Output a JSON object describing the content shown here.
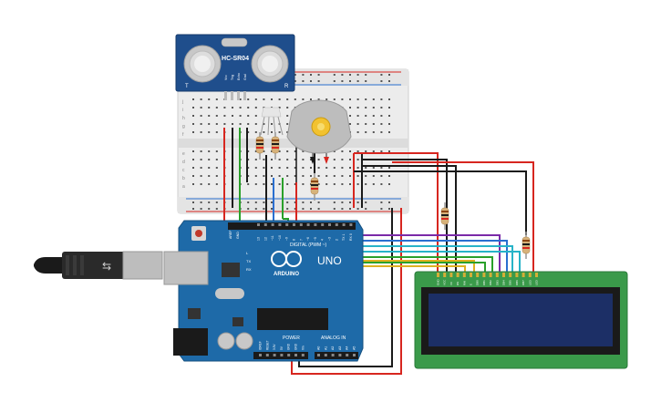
{
  "sensor": {
    "model": "HC-SR04",
    "pin_labels": [
      "Vcc",
      "Trig",
      "Echo",
      "Gnd"
    ],
    "corner_left": "T",
    "corner_right": "R"
  },
  "arduino": {
    "brand": "ARDUINO",
    "model": "UNO",
    "digital_label": "DIGITAL (PWM ~)",
    "power_label": "POWER",
    "analog_label": "ANALOG IN",
    "aref": "AREF",
    "gnd": "GND",
    "l": "L",
    "tx": "TX",
    "rx": "RX",
    "digital_pins": [
      "13",
      "12",
      "~11",
      "~10",
      "~9",
      "8",
      "7",
      "~6",
      "~5",
      "4",
      "~3",
      "2",
      "TX 1",
      "RX 0"
    ],
    "power_pins": [
      "IOREF",
      "RESET",
      "3.3V",
      "5V",
      "GND",
      "GND",
      "Vin"
    ],
    "analog_pins": [
      "A0",
      "A1",
      "A2",
      "A3",
      "A4",
      "A5"
    ]
  },
  "lcd": {
    "pin_labels": [
      "GND",
      "VCC",
      "V0",
      "RS",
      "RW",
      "E",
      "DB0",
      "DB1",
      "DB2",
      "DB3",
      "DB4",
      "DB5",
      "DB6",
      "DB7",
      "LED",
      "LED"
    ]
  },
  "breadboard": {
    "row_letters_top": [
      "j",
      "i",
      "h",
      "g",
      "f"
    ],
    "row_letters_bottom": [
      "e",
      "d",
      "c",
      "b",
      "a"
    ]
  },
  "colors": {
    "wire_red": "#d7261f",
    "wire_black": "#1a1a1a",
    "wire_green": "#2aa02a",
    "wire_blue": "#2a6fd0",
    "wire_purple": "#7a2aa8",
    "wire_cyan": "#27b3c8",
    "wire_yellow": "#e0b020",
    "wire_orange": "#e07020",
    "board_blue": "#1e6aa8",
    "lcd_green": "#3a9a4a",
    "lcd_screen": "#1c2f66"
  }
}
